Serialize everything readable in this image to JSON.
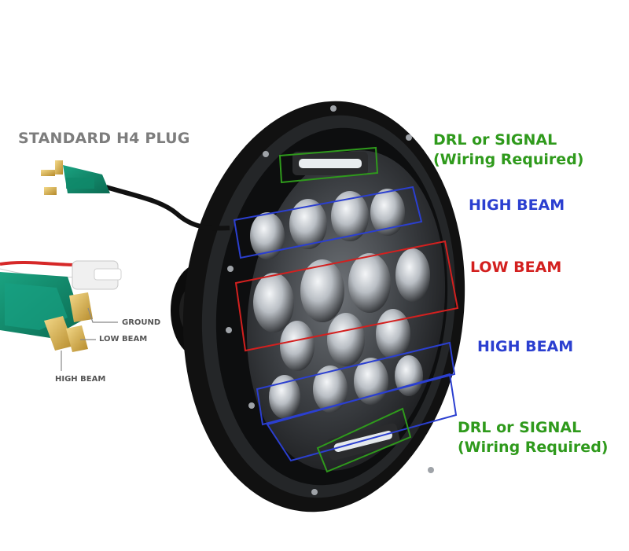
{
  "plug_title": "STANDARD H4 PLUG",
  "callouts": {
    "drl_top": "DRL or SIGNAL",
    "drl_top_sub": "(Wiring Required)",
    "high_beam_top": "HIGH BEAM",
    "low_beam": "LOW BEAM",
    "high_beam_bottom": "HIGH BEAM",
    "drl_bottom": "DRL or SIGNAL",
    "drl_bottom_sub": "(Wiring Required)"
  },
  "pins": {
    "ground": "GROUND",
    "low_beam": "LOW BEAM",
    "high_beam": "HIGH BEAM"
  },
  "colors": {
    "drl": "#2f9a1c",
    "high_beam": "#2b3fd0",
    "low_beam": "#d3201f",
    "plug": "#0f8a6a",
    "housing": "#111111"
  },
  "icons": [
    "headlight-icon",
    "h4-plug-icon",
    "h4-connector-icon"
  ]
}
